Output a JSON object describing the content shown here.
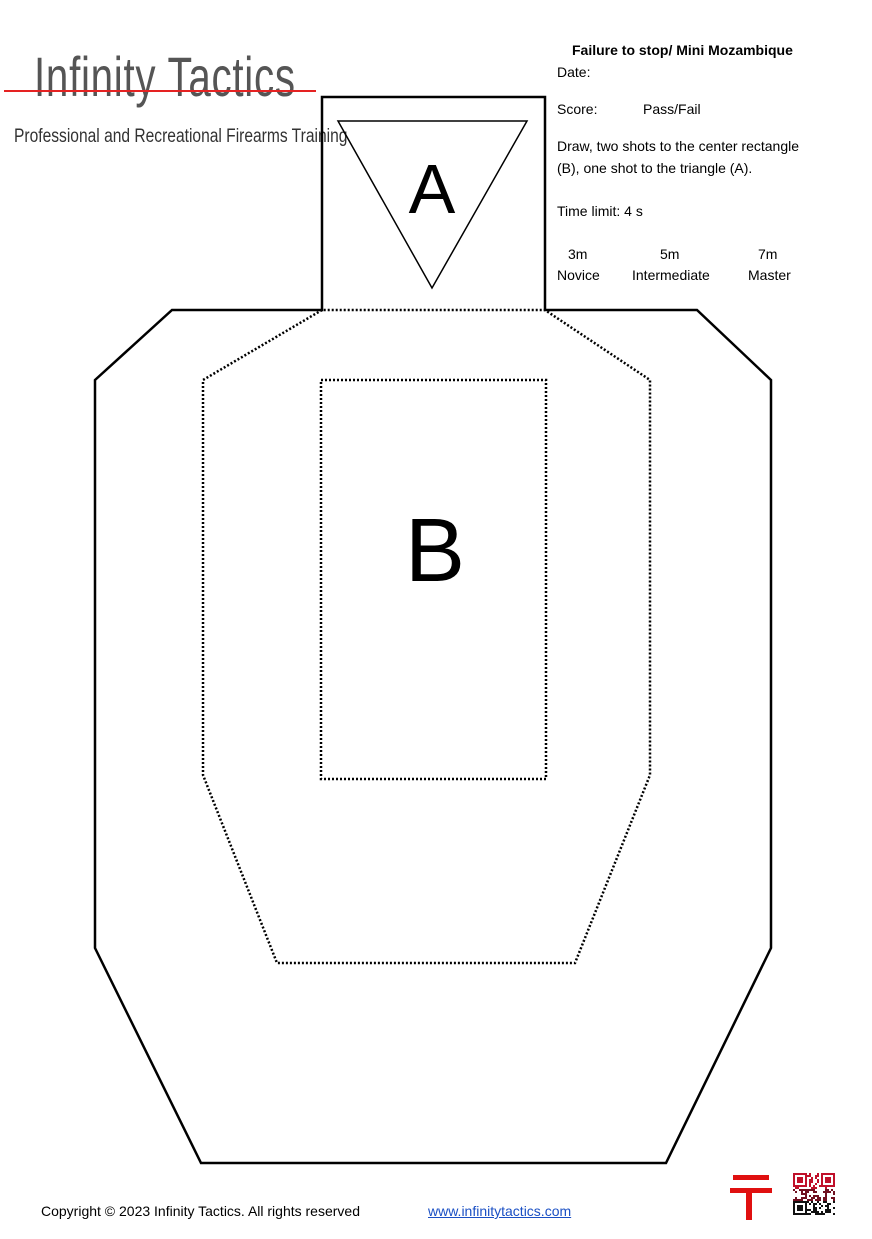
{
  "logo": {
    "title": "Infinity Tactics",
    "subtitle": "Professional and Recreational Firearms Training",
    "accent": "#e52222"
  },
  "drill": {
    "title": "Failure to stop/ Mini Mozambique",
    "date_label": "Date:",
    "score_label": "Score:",
    "score_value": "Pass/Fail",
    "instructions_line1": "Draw, two shots to the center rectangle",
    "instructions_line2": "(B), one shot to the triangle (A).",
    "time_limit": "Time limit: 4 s",
    "levels": [
      {
        "distance": "3m",
        "name": "Novice"
      },
      {
        "distance": "5m",
        "name": "Intermediate"
      },
      {
        "distance": "7m",
        "name": "Master"
      }
    ]
  },
  "target": {
    "zone_a": "A",
    "zone_b": "B"
  },
  "footer": {
    "copyright": "Copyright © 2023 Infinity Tactics. All rights reserved",
    "link": "www.infinitytactics.com"
  }
}
